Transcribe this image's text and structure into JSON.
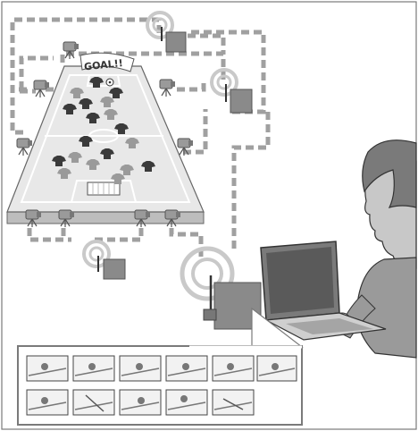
{
  "banner": {
    "text": "GOAL!!"
  },
  "colors": {
    "frame": "#7a7a7a",
    "link": "#a0a0a0",
    "field": "#e8e8e8",
    "field_line": "#ffffff",
    "dark_player": "#3a3a3a",
    "light_player": "#9a9a9a",
    "device": "#8a8a8a",
    "wifi": "#c9c9c9",
    "skin": "#cfcfcf"
  },
  "icons": [
    "camera-icon",
    "wireless-signal-icon",
    "router-device-icon",
    "laptop-icon",
    "person-icon",
    "soccer-ball-icon",
    "goal-icon"
  ],
  "thumbnail_strip": {
    "rows": [
      6,
      5
    ]
  }
}
